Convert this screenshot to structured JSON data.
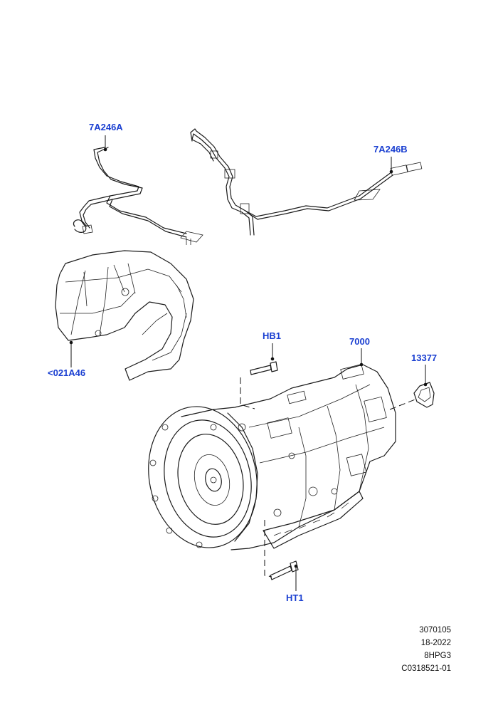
{
  "callouts": {
    "left_cooler_pipe": "7A246A",
    "right_cooler_pipe": "7A246B",
    "heat_shield": "<021A46",
    "bolt_top": "HB1",
    "transmission": "7000",
    "clip": "13377",
    "bolt_bottom": "HT1"
  },
  "reference": {
    "line1": "3070105",
    "line2": "18-2022",
    "line3": "8HPG3",
    "line4": "C0318521-01"
  },
  "colors": {
    "callout": "#1a3fd1",
    "drawing": "#1a1a1a",
    "background": "#ffffff"
  }
}
